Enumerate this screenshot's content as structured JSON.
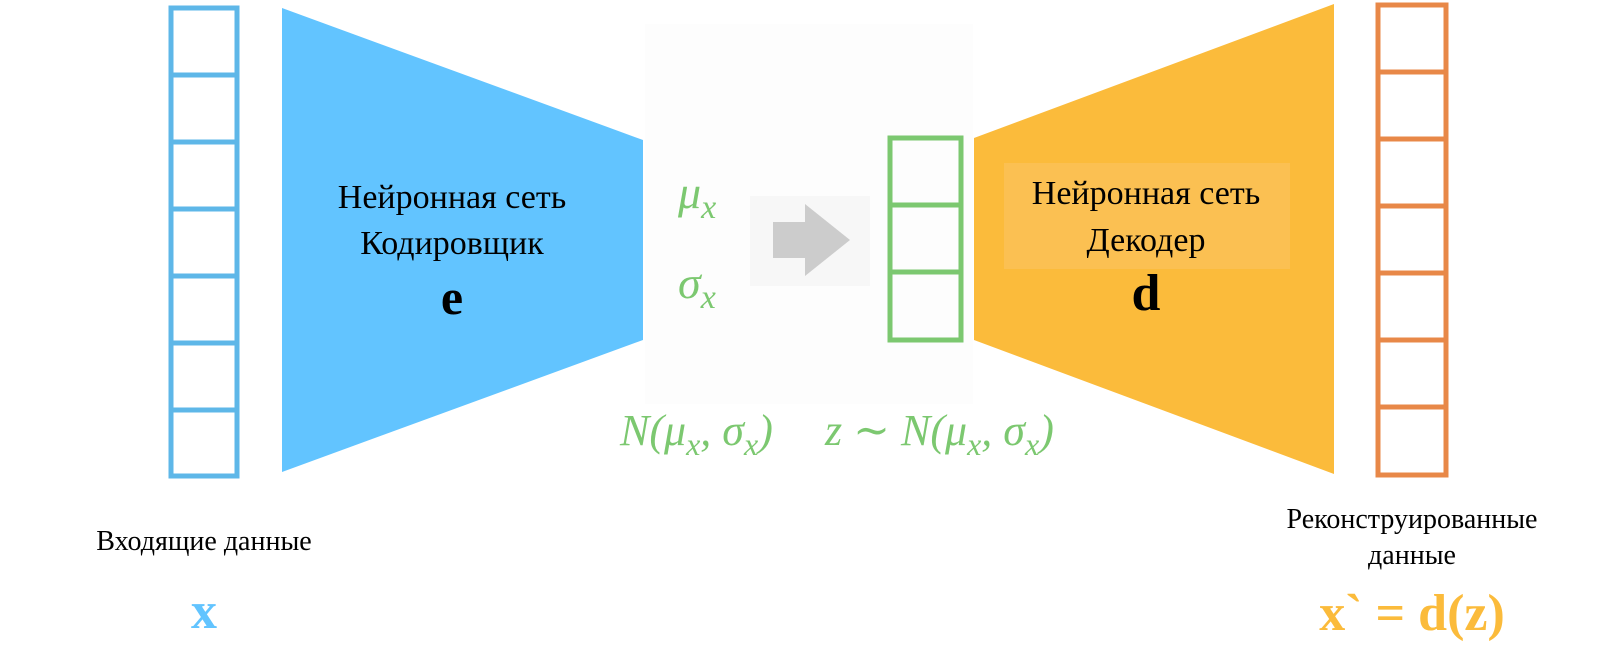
{
  "encoder": {
    "line1": "Нейронная сеть",
    "line2": "Кодировщик",
    "symbol": "e"
  },
  "decoder": {
    "line1": "Нейронная сеть",
    "line2": "Декодер",
    "symbol": "d"
  },
  "latent": {
    "mu": "μ",
    "mu_sub": "x",
    "sigma": "σ",
    "sigma_sub": "x",
    "dist_prefix": "N(",
    "dist_mu": "μ",
    "dist_mu_sub": "x",
    "dist_sep": ", ",
    "dist_sigma": "σ",
    "dist_sigma_sub": "x",
    "dist_suffix": ")",
    "sample_prefix": "z ∼ N(",
    "sample_mu": "μ",
    "sample_mu_sub": "x",
    "sample_sep": ", ",
    "sample_sigma": "σ",
    "sample_sigma_sub": "x",
    "sample_suffix": ")"
  },
  "input": {
    "label": "Входящие данные",
    "symbol": "x"
  },
  "output": {
    "label_line1": "Реконструированные",
    "label_line2": "данные",
    "formula": "x` = d(z)"
  },
  "colors": {
    "input_blue": "#5eb7e8",
    "encoder_blue": "#62c4ff",
    "latent_green": "#7cc870",
    "decoder_orange": "#fbbb3b",
    "output_orange": "#e88848",
    "formula_orange": "#fbbb3b",
    "arrow_gray": "#cccccc"
  }
}
